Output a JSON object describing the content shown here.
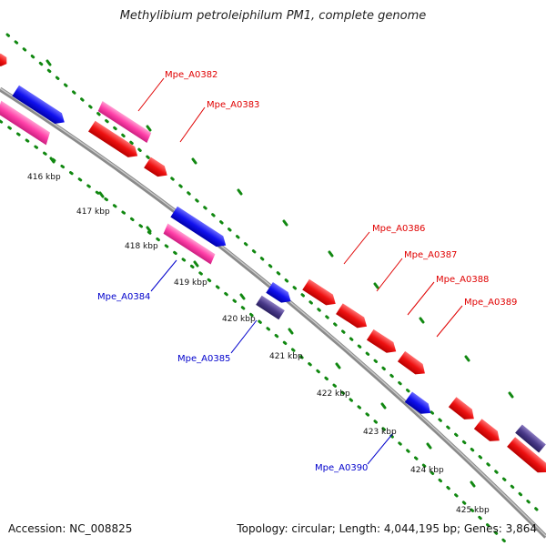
{
  "title": "Methylibium petroleiphilum PM1, complete genome",
  "footer": {
    "accession": "Accession: NC_008825",
    "summary": "Topology: circular; Length: 4,044,195 bp; Genes: 3,864"
  },
  "ticks": [
    "416 kbp",
    "417 kbp",
    "418 kbp",
    "419 kbp",
    "420 kbp",
    "421 kbp",
    "422 kbp",
    "423 kbp",
    "424 kbp",
    "425 kbp"
  ],
  "gene_labels": [
    {
      "name": "Mpe_A0382",
      "strand": "forward"
    },
    {
      "name": "Mpe_A0383",
      "strand": "forward"
    },
    {
      "name": "Mpe_A0384",
      "strand": "reverse"
    },
    {
      "name": "Mpe_A0385",
      "strand": "reverse"
    },
    {
      "name": "Mpe_A0386",
      "strand": "forward"
    },
    {
      "name": "Mpe_A0387",
      "strand": "forward"
    },
    {
      "name": "Mpe_A0388",
      "strand": "forward"
    },
    {
      "name": "Mpe_A0389",
      "strand": "forward"
    },
    {
      "name": "Mpe_A0390",
      "strand": "reverse"
    }
  ],
  "colors": {
    "forward_label": "#e00000",
    "reverse_label": "#0000cc",
    "forward_cds": "#ee1111",
    "reverse_cds": "#1111ee",
    "forward_other": "#ff3fa8",
    "reverse_other": "#4a3a8a",
    "backbone": "#888888",
    "dots": "#118811"
  }
}
